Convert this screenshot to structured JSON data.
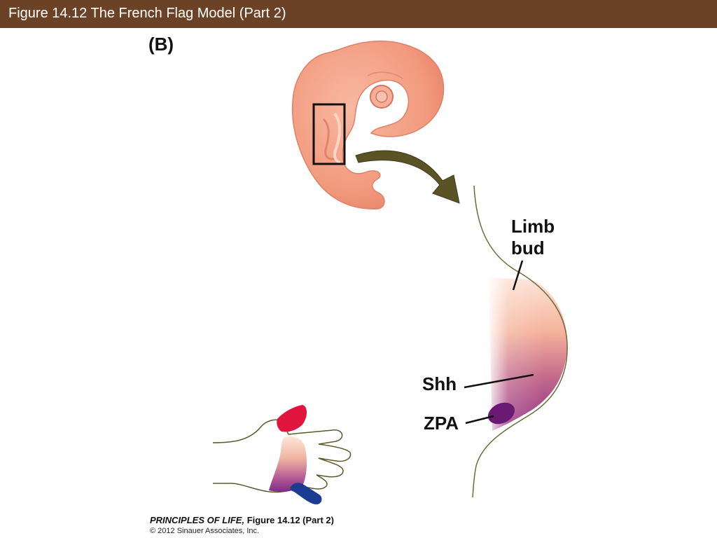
{
  "header": {
    "title": "Figure 14.12  The French Flag Model (Part 2)"
  },
  "panel": {
    "label": "(B)"
  },
  "labels": {
    "limb_bud_line1": "Limb",
    "limb_bud_line2": "bud",
    "shh": "Shh",
    "zpa": "ZPA"
  },
  "credit": {
    "book": "PRINCIPLES OF LIFE,",
    "figure": " Figure 14.12 (Part 2)",
    "copyright": "© 2012 Sinauer Associates, Inc."
  },
  "colors": {
    "header_bg": "#6b4226",
    "embryo": "#f4a488",
    "arrow": "#5a5326",
    "shh_gradient": "#a8478f",
    "zpa": "#6a1a73",
    "hand_red": "#e0143c",
    "hand_blue": "#1c3c94"
  },
  "icons": {
    "arrow": "curved-arrow-icon"
  }
}
